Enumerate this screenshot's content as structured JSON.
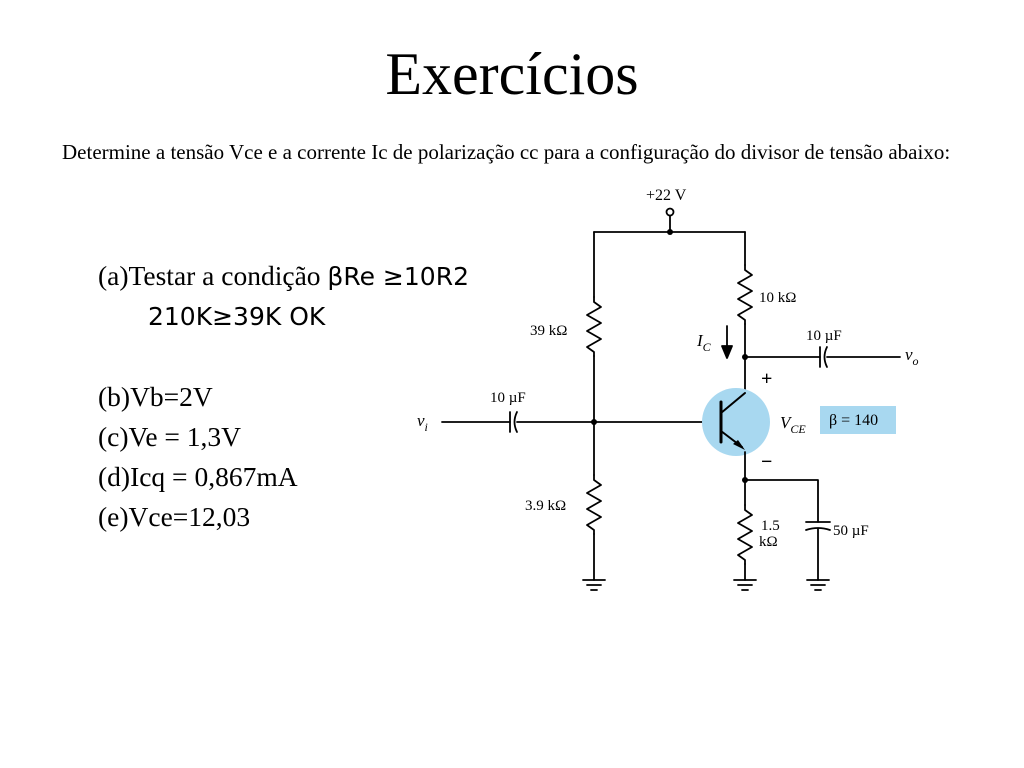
{
  "slide": {
    "title": "Exercícios",
    "problem": "Determine a tensão Vce e a corrente Ic de polarização cc para a configuração do divisor de tensão abaixo:"
  },
  "answers": {
    "a_prefix": "(a)Testar a condição ",
    "a_condition": "βRe ≥10R2",
    "a_result": "210K≥39K  OK",
    "b": "(b)Vb=2V",
    "c": "(c)Ve = 1,3V",
    "d": "(d)Icq = 0,867mA",
    "e": "(e)Vce=12,03"
  },
  "circuit": {
    "supply": "+22 V",
    "r1": "39 kΩ",
    "r2": "3.9 kΩ",
    "rc": "10 kΩ",
    "re_value": "1.5",
    "re_unit": "kΩ",
    "c_in": "10 µF",
    "c_out": "10 µF",
    "c_e": "50 µF",
    "ic_main": "I",
    "ic_sub": "C",
    "vce_main": "V",
    "vce_sub": "CE",
    "vi_main": "v",
    "vi_sub": "i",
    "vo_main": "v",
    "vo_sub": "o",
    "plus": "+",
    "minus": "−",
    "beta": "β = 140",
    "colors": {
      "transistor": "#a8d8f0",
      "beta_box": "#a8d8f0"
    }
  }
}
